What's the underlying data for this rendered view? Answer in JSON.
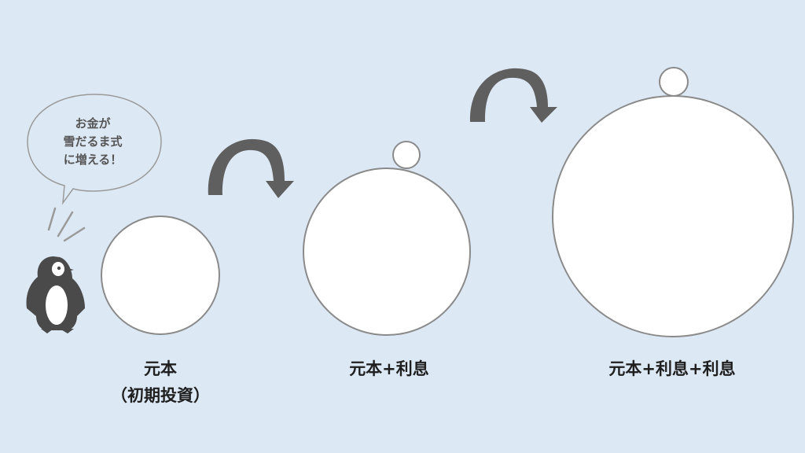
{
  "speech_bubble": {
    "lines": [
      "お金が",
      "雪だるま式",
      "に増える！"
    ]
  },
  "stages": [
    {
      "label_lines": [
        "元本",
        "（初期投資）"
      ]
    },
    {
      "label_lines": [
        "元本+利息"
      ]
    },
    {
      "label_lines": [
        "元本+利息+利息"
      ]
    }
  ],
  "colors": {
    "background": "#dde8f5",
    "circle_fill": "#ffffff",
    "circle_stroke": "#8a8a8a",
    "arrow": "#5f5f5f",
    "penguin": "#4a4a4a"
  },
  "icons": [
    "penguin-icon",
    "curved-arrow-icon"
  ]
}
